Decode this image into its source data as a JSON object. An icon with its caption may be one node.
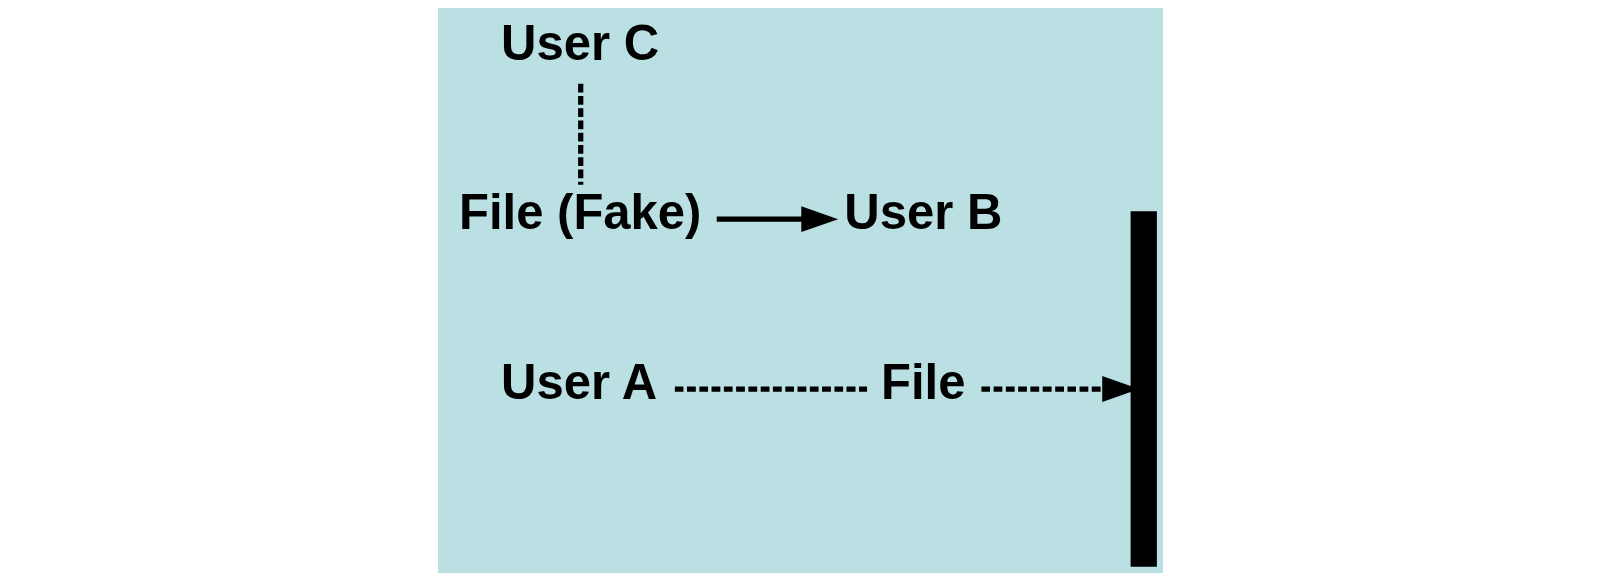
{
  "diagram": {
    "nodes": [
      {
        "text": [
          "User A"
        ]
      },
      {
        "text": [
          "File"
        ]
      },
      {
        "text": [],
        "shape": "bar"
      },
      {
        "text": [
          "User B"
        ]
      },
      {
        "text": [
          "User C"
        ]
      },
      {
        "text": [
          "File (Fake)"
        ]
      }
    ],
    "edges": [
      {
        "from": 0,
        "to": 1,
        "arrow": "none",
        "style": "dashed"
      },
      {
        "from": 1,
        "to": 2,
        "arrow": "to",
        "style": "dashed"
      },
      {
        "from": 4,
        "to": 5,
        "arrow": "none",
        "style": "dashed"
      },
      {
        "from": 5,
        "to": 3,
        "arrow": "to"
      }
    ]
  }
}
